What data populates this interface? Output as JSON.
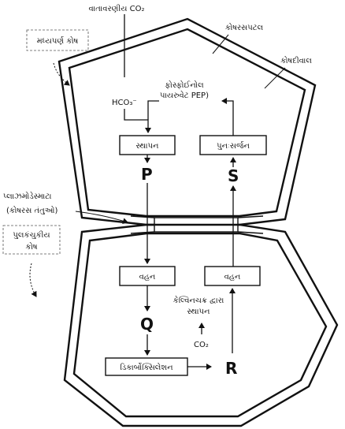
{
  "labels": {
    "atmospheric_co2": "વાતાવરણીય CO₂",
    "mesophyll_cell": "મધ્યપર્ણ કોષ",
    "chloroplast": "કોષરસપટલ",
    "cell_wall": "કોષદીવાલ",
    "hco3": "HCO₃⁻",
    "pep_line1": "ફોસ્ફોઈનોલ",
    "pep_line2": "પાયરુવેટ PEP)",
    "plasmodesmata_line1": "પ્લાઝમોડેસ્માટા",
    "plasmodesmata_line2": "(કોષરસ તંતુઓ)",
    "bundle_sheath_line1": "પુલકંચુકીય",
    "bundle_sheath_line2": "કોષ",
    "calvin_line1": "કેલ્વિનચક્ર દ્વારા",
    "calvin_line2": "સ્થાપન",
    "co2": "CO₂"
  },
  "boxes": {
    "fixation": "સ્થાપન",
    "regeneration": "પુનઃસર્જન",
    "transport_left": "વહન",
    "transport_right": "વહન",
    "decarboxylation": "ડિકાર્બોક્સિલેશન"
  },
  "letters": {
    "p": "P",
    "s": "S",
    "q": "Q",
    "r": "R"
  }
}
